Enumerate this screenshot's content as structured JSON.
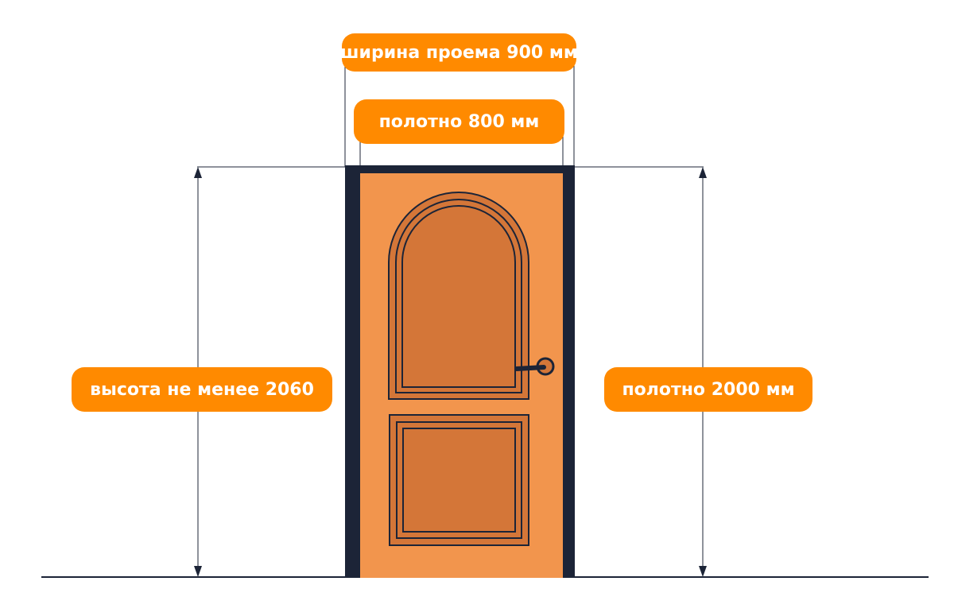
{
  "labels": {
    "opening_width": "ширина проема 900 мм",
    "leaf_width": "полотно 800 мм",
    "opening_height": "высота не менее 2060",
    "leaf_height": "полотно 2000 мм"
  },
  "colors": {
    "label_bg": "#ff8a00",
    "label_text": "#ffffff",
    "frame": "#1c2437",
    "door_leaf": "#f2954d",
    "door_panel": "#d47638",
    "line": "#1c2437"
  },
  "icons": {
    "door": "door-icon",
    "handle": "door-handle-icon"
  }
}
